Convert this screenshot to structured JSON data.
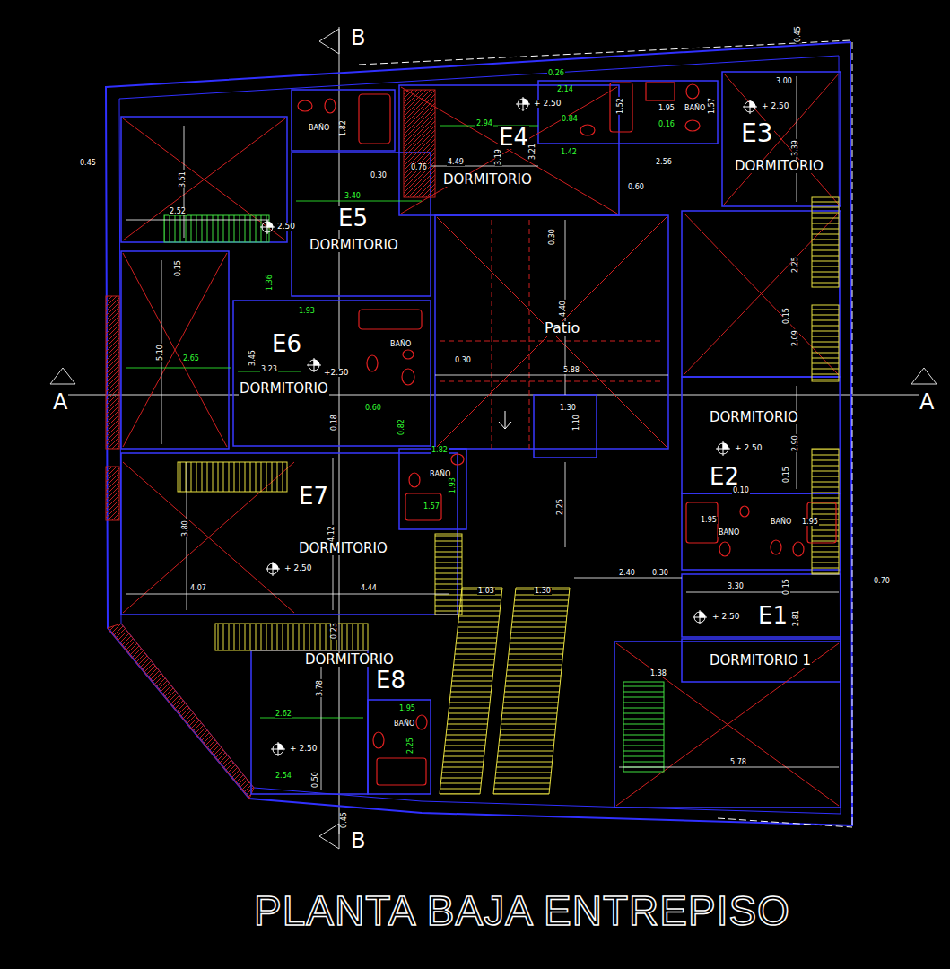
{
  "diagram": {
    "title": "PLANTA BAJA ENTREPISO",
    "nodes": [
      {
        "text": [
          "E4",
          "DORMITORIO"
        ]
      },
      {
        "text": [
          "E3",
          "DORMITORIO"
        ]
      },
      {
        "text": [
          "E5",
          "DORMITORIO"
        ]
      },
      {
        "text": [
          "E6",
          "DORMITORIO"
        ]
      },
      {
        "text": [
          "Patio"
        ]
      },
      {
        "text": [
          "DORMITORIO",
          "E2"
        ]
      },
      {
        "text": [
          "E7",
          "DORMITORIO"
        ]
      },
      {
        "text": [
          "E1",
          "DORMITORIO 1"
        ]
      },
      {
        "text": [
          "DORMITORIO",
          "E8"
        ]
      }
    ],
    "labels": [
      "B",
      "B",
      "A",
      "A",
      "0.45",
      "0.45",
      "0.45",
      "BAÑO",
      "1.82",
      "+ 2.50",
      "0.26",
      "2.14",
      "0.84",
      "1.52",
      "1.95",
      "BAÑO",
      "1.57",
      "0.16",
      "2.94",
      "3.19",
      "3.21",
      "1.42",
      "4.49",
      "0.30",
      "0.76",
      "2.56",
      "0.60",
      "3.00",
      "+ 2.50",
      "3.39",
      "3.51",
      "2.52",
      "2.50",
      "3.40",
      "0.30",
      "0.15",
      "1.36",
      "2.25",
      "1.93",
      "BAÑO",
      "4.40",
      "0.15",
      "2.09",
      "5.10",
      "2.65",
      "3.45",
      "3.23",
      "+2.50",
      "0.30",
      "5.88",
      "0.60",
      "0.18",
      "0.82",
      "1.30",
      "1.10",
      "+ 2.50",
      "2.90",
      "1.82",
      "BAÑO",
      "1.93",
      "0.15",
      "0.10",
      "1.57",
      "2.25",
      "3.80",
      "4.12",
      "+ 2.50",
      "1.95",
      "BAÑO",
      "BAÑO",
      "1.95",
      "2.40",
      "0.30",
      "4.07",
      "4.44",
      "1.03",
      "1.30",
      "3.30",
      "0.15",
      "0.70",
      "+ 2.50",
      "2.81",
      "0.23",
      "1.38",
      "3.78",
      "1.95",
      "BAÑO",
      "2.62",
      "2.25",
      "+ 2.50",
      "2.54",
      "0.50",
      "5.78"
    ]
  }
}
